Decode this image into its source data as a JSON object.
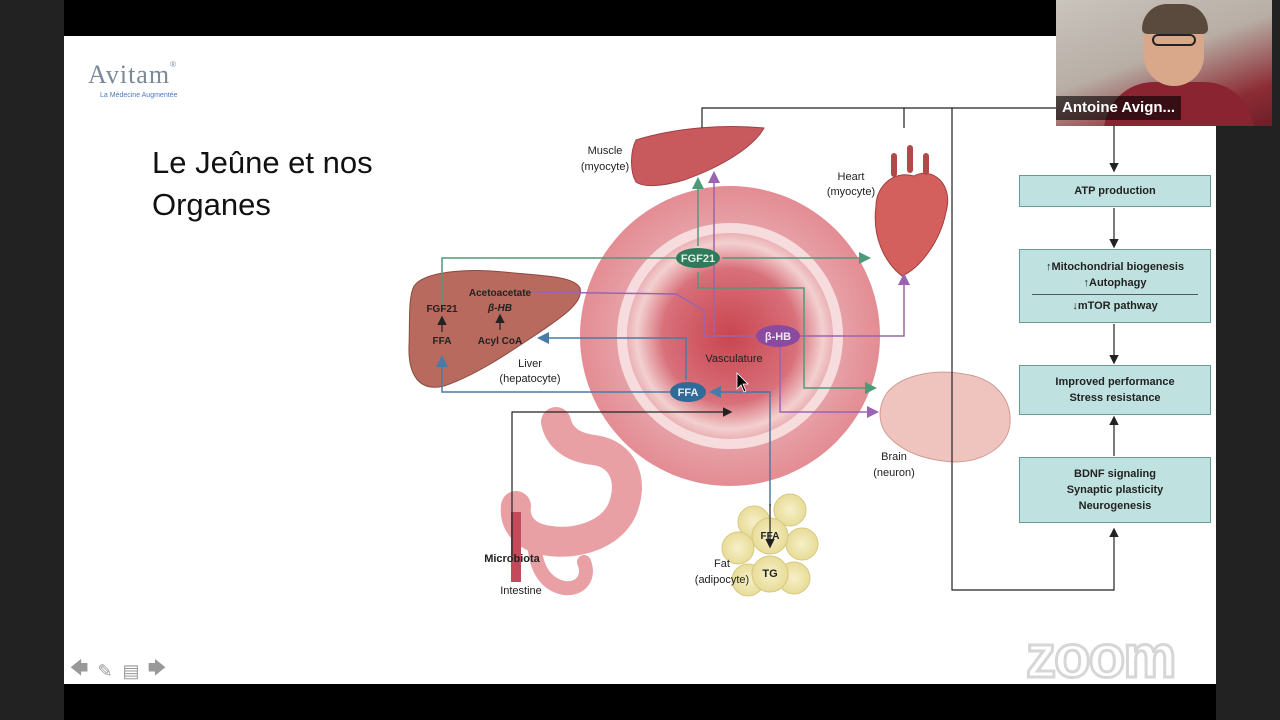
{
  "slide": {
    "title": "Le Jeûne et nos\nOrganes",
    "logo_text": "Avitam",
    "logo_mark": "®",
    "logo_tagline": "La Médecine Augmentée"
  },
  "diagram": {
    "labels": {
      "muscle": "Muscle",
      "muscle_sub": "(myocyte)",
      "heart": "Heart",
      "heart_sub": "(myocyte)",
      "fgf21_center": "FGF21",
      "fgf21_liver": "FGF21",
      "acetoacetate": "Acetoacetate",
      "bhb_liver": "β-HB",
      "ffa_liver": "FFA",
      "acylcoa": "Acyl CoA",
      "liver": "Liver",
      "liver_sub": "(hepatocyte)",
      "bhb_center": "β-HB",
      "vasculature": "Vasculature",
      "ffa_center": "FFA",
      "brain": "Brain",
      "brain_sub": "(neuron)",
      "microbiota": "Microbiota",
      "intestine": "Intestine",
      "ffa_fat": "FFA",
      "tg": "TG",
      "fat": "Fat",
      "fat_sub": "(adipocyte)"
    },
    "boxes": {
      "atp": "ATP production",
      "mito1": "↑Mitochondrial biogenesis",
      "mito2": "↑Autophagy",
      "mito3": "↓mTOR pathway",
      "perf1": "Improved performance",
      "perf2": "Stress resistance",
      "bdnf1": "BDNF signaling",
      "bdnf2": "Synaptic plasticity",
      "bdnf3": "Neurogenesis"
    }
  },
  "participant": {
    "name": "Antoine Avign..."
  },
  "watermark": "zoom",
  "nav": {
    "prev": "🡄",
    "pen": "✎",
    "notes": "▤",
    "next": "🡆"
  }
}
